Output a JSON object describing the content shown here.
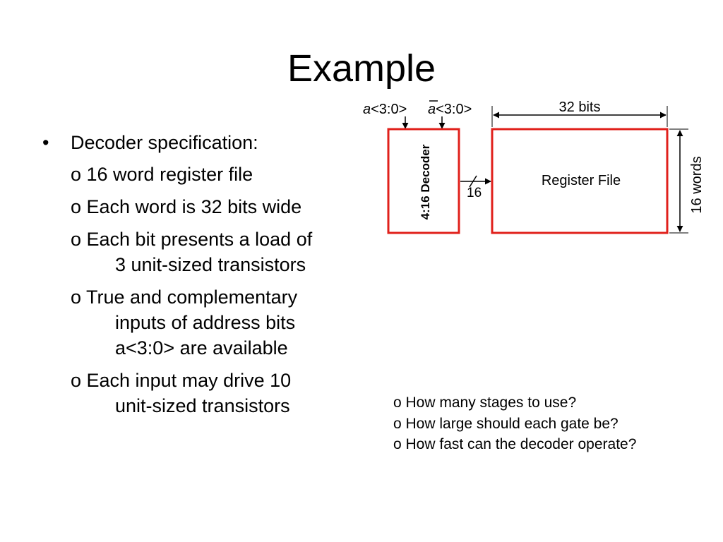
{
  "title": "Example",
  "bullet": {
    "label": "Decoder specification:",
    "items": [
      {
        "lines": [
          "o 16 word register file"
        ]
      },
      {
        "lines": [
          "o Each word is 32 bits wide"
        ]
      },
      {
        "lines": [
          "o Each bit presents a load of",
          "3 unit-sized transistors"
        ]
      },
      {
        "lines": [
          "o True and complementary",
          "inputs of address bits",
          "a<3:0> are available"
        ]
      },
      {
        "lines": [
          "o Each input may drive 10",
          "unit-sized transistors"
        ]
      }
    ]
  },
  "questions": [
    "o How many stages to use?",
    "o How large should each gate be?",
    "o How fast can the decoder operate?"
  ],
  "diagram": {
    "input_true": "a<3:0>",
    "input_comp_letter": "a",
    "input_comp_rest": "<3:0>",
    "decoder_label": "4:16 Decoder",
    "bus_width": "16",
    "register_label": "Register File",
    "width_label": "32 bits",
    "height_label": "16 words",
    "colors": {
      "box_outline": "#e0201b",
      "lines": "#000000"
    }
  }
}
